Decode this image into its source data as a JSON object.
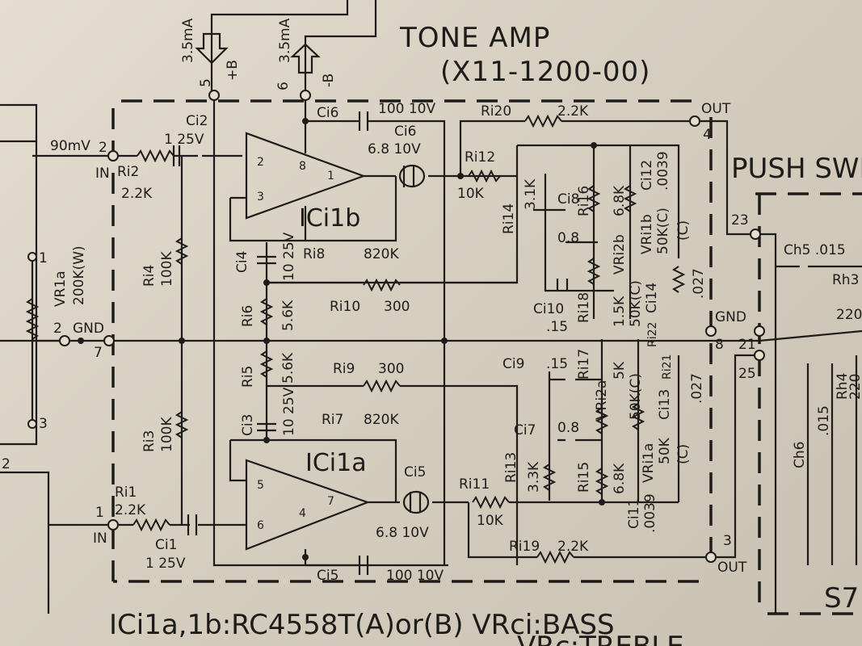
{
  "header": {
    "title": "TONE AMP",
    "part_number": "(X11-1200-00)",
    "push_switch_label": "PUSH SWI"
  },
  "power": {
    "plus_b_current": "3.5mA",
    "plus_b_label": "+B",
    "plus_b_pin": "5",
    "minus_b_current": "3.5mA",
    "minus_b_label": "-B",
    "minus_b_pin": "6"
  },
  "inputs": {
    "in_level": "90mV",
    "in_upper_pin": "2",
    "in_upper_label": "IN",
    "in_lower_pin": "1",
    "in_lower_label": "IN",
    "gnd_pin": "7",
    "gnd_label": "GND"
  },
  "volume": {
    "name": "VR1a",
    "value": "200K(W)",
    "pin1": "1",
    "pin2": "2",
    "pin3": "3",
    "left_pin": "2"
  },
  "opamps": {
    "upper": {
      "name": "ICi1b",
      "pin_a": "2",
      "pin_b": "3",
      "pin_c": "1",
      "pin_d": "8"
    },
    "lower": {
      "name": "ICi1a",
      "pin_a": "5",
      "pin_b": "6",
      "pin_c": "7",
      "pin_d": "4"
    }
  },
  "components": {
    "ci6": {
      "name": "Ci6",
      "value": "100 10V"
    },
    "ci6b": {
      "name": "Ci6",
      "value": "6.8 10V"
    },
    "ci2": {
      "name": "Ci2",
      "value": "1 25V"
    },
    "ri2": {
      "name": "Ri2",
      "value": "2.2K"
    },
    "ri20": {
      "name": "Ri20",
      "value": "2.2K"
    },
    "ri12": {
      "name": "Ri12",
      "value": "10K"
    },
    "ri14": {
      "name": "Ri14",
      "value": "3.1K"
    },
    "ri14b": {
      "name": "Ri4",
      "value": "100K"
    },
    "ci8": {
      "name": "Ci8",
      "value": "0.8"
    },
    "ri16": {
      "name": "Ri16",
      "value": "6.8K"
    },
    "ci12": {
      "name": "Ci12",
      "value": ".0039"
    },
    "vr1b": {
      "name": "VRi1b",
      "value": "50K(C)"
    },
    "vr2b": {
      "name": "VRi2b",
      "value": "50K(C)"
    },
    "ri18": {
      "name": "Ri18",
      "value": "1.5K"
    },
    "ci14": {
      "name": "Ci14",
      "value": ".027"
    },
    "ri8": {
      "name": "Ri8",
      "value": "820K"
    },
    "ci4": {
      "name": "Ci4",
      "value": "10 25V"
    },
    "ri6": {
      "name": "Ri6",
      "value": "5.6K"
    },
    "ri10": {
      "name": "Ri10",
      "value": "300"
    },
    "ci10": {
      "name": "Ci10",
      "value": ".15"
    },
    "ri22": {
      "name": "Ri22",
      "value": ""
    },
    "ri21": {
      "name": "Ri21",
      "value": ""
    },
    "ri5": {
      "name": "Ri5",
      "value": "5.6K"
    },
    "ri9": {
      "name": "Ri9",
      "value": "300"
    },
    "ci9": {
      "name": "Ci9",
      "value": ".15"
    },
    "ri17": {
      "name": "Ri17",
      "value": "5K"
    },
    "vr2a": {
      "name": "VRi2a",
      "value": "50K(C)"
    },
    "ci13": {
      "name": "Ci13",
      "value": ".027"
    },
    "ri3": {
      "name": "Ri3",
      "value": "100K"
    },
    "ci3": {
      "name": "Ci3",
      "value": "10 25V"
    },
    "ri7": {
      "name": "Ri7",
      "value": "820K"
    },
    "ci7": {
      "name": "Ci7",
      "value": "0.8"
    },
    "ri13": {
      "name": "Ri13",
      "value": "3.3K"
    },
    "ri15": {
      "name": "Ri15",
      "value": "6.8K"
    },
    "vr1a": {
      "name": "VRi1a",
      "value": "50K"
    },
    "ci11": {
      "name": "Ci11",
      "value": ".0039"
    },
    "ri1": {
      "name": "Ri1",
      "value": "2.2K"
    },
    "ci1": {
      "name": "Ci1",
      "value": "1 25V"
    },
    "ci5": {
      "name": "Ci5",
      "value": "6.8 10V"
    },
    "ri11": {
      "name": "Ri11",
      "value": "10K"
    },
    "ri19": {
      "name": "Ri19",
      "value": "2.2K"
    },
    "ci5b": {
      "name": "Ci5",
      "value": "100 10V"
    },
    "tag_c_upper": "(C)",
    "tag_c_lower": "(C)"
  },
  "outputs": {
    "out_upper": "OUT",
    "out_upper_pin": "4",
    "out_lower": "OUT",
    "out_lower_pin": "3",
    "gnd_right": "GND",
    "gnd_right_pin": "8"
  },
  "push_switch": {
    "pin23": "23",
    "pin21": "21",
    "pin25": "25",
    "ch5": "Ch5 .015",
    "rh3": "Rh3",
    "rh3_val": "220",
    "ch6": "Ch6",
    "rh4": "Rh4",
    "rh4_val": "220",
    "ch6_val": ".015",
    "s7": "S7"
  },
  "footer": {
    "legend": "ICi1a,1b:RC4558T(A)or(B) VRci:BASS",
    "legend2": "VRc:TREBLE"
  }
}
